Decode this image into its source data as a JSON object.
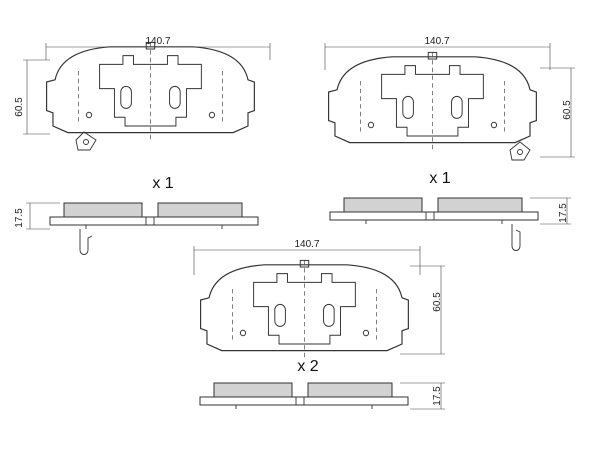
{
  "pads": [
    {
      "id": "pad-a",
      "width_label": "140.7",
      "height_label": "60.5",
      "quantity": "x 1",
      "thickness_label": "17.5"
    },
    {
      "id": "pad-b",
      "width_label": "140.7",
      "height_label": "60.5",
      "quantity": "x 1",
      "thickness_label": "17.5"
    },
    {
      "id": "pad-c",
      "width_label": "140.7",
      "height_label": "60.5",
      "quantity": "x 2",
      "thickness_label": "17.5"
    }
  ]
}
